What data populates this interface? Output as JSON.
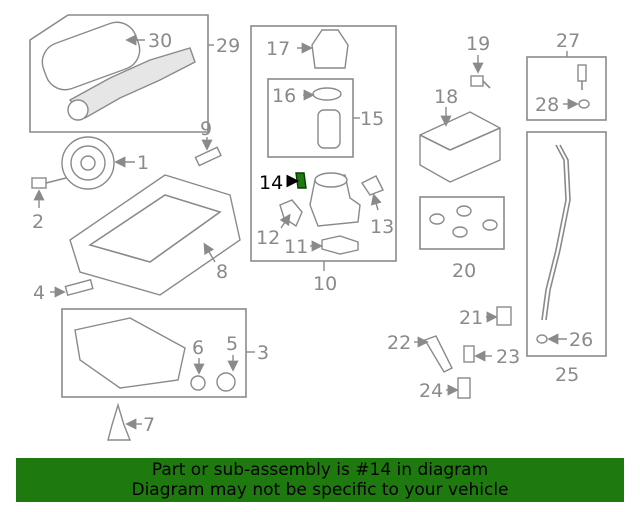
{
  "callouts": {
    "c1": "1",
    "c2": "2",
    "c3": "3",
    "c4": "4",
    "c5": "5",
    "c6": "6",
    "c7": "7",
    "c8": "8",
    "c9": "9",
    "c10": "10",
    "c11": "11",
    "c12": "12",
    "c13": "13",
    "c14": "14",
    "c15": "15",
    "c16": "16",
    "c17": "17",
    "c18": "18",
    "c19": "19",
    "c20": "20",
    "c21": "21",
    "c22": "22",
    "c23": "23",
    "c24": "24",
    "c25": "25",
    "c26": "26",
    "c27": "27",
    "c28": "28",
    "c29": "29",
    "c30": "30"
  },
  "highlight": {
    "callout": "14",
    "color": "#1e7a0e"
  },
  "banner": {
    "line1": "Part or sub-assembly is #14 in diagram",
    "line2": "Diagram may not be specific to your vehicle",
    "background": "#1e7a0e"
  },
  "colors": {
    "linework": "#8a8a8a",
    "highlight_text": "#000000"
  }
}
